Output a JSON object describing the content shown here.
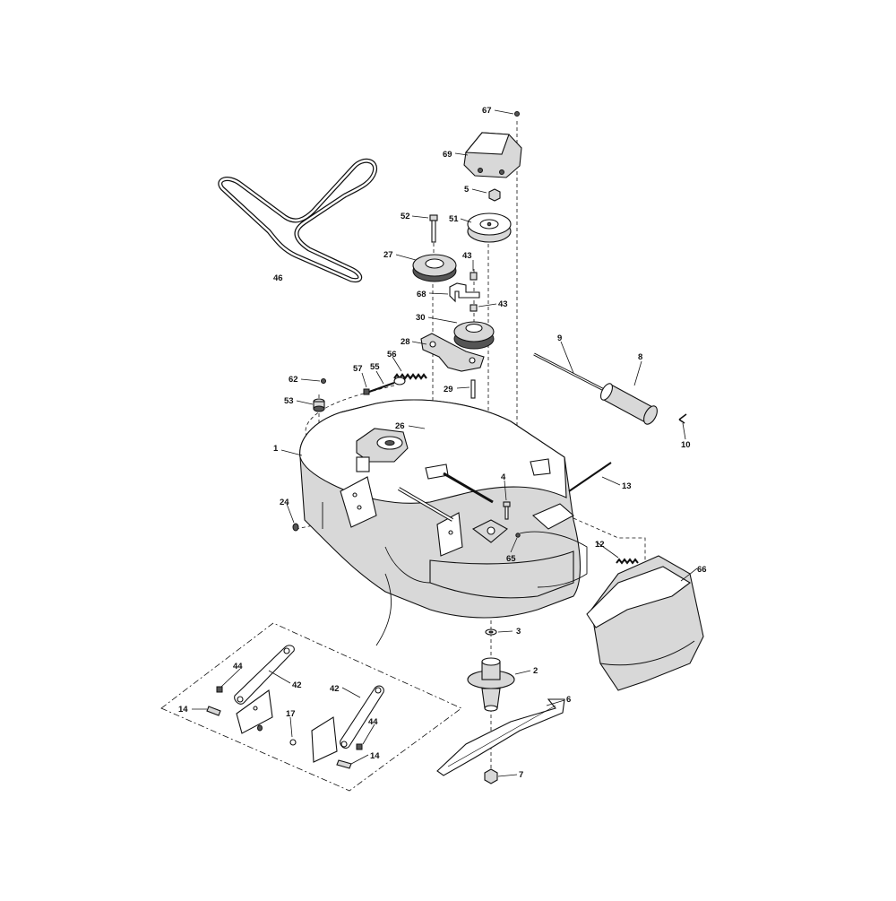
{
  "diagram": {
    "callouts": [
      {
        "id": "67",
        "label": "67"
      },
      {
        "id": "69",
        "label": "69"
      },
      {
        "id": "5",
        "label": "5"
      },
      {
        "id": "52",
        "label": "52"
      },
      {
        "id": "51",
        "label": "51"
      },
      {
        "id": "27",
        "label": "27"
      },
      {
        "id": "43a",
        "label": "43"
      },
      {
        "id": "46",
        "label": "46"
      },
      {
        "id": "68",
        "label": "68"
      },
      {
        "id": "43b",
        "label": "43"
      },
      {
        "id": "30",
        "label": "30"
      },
      {
        "id": "28",
        "label": "28"
      },
      {
        "id": "9",
        "label": "9"
      },
      {
        "id": "56",
        "label": "56"
      },
      {
        "id": "57",
        "label": "57"
      },
      {
        "id": "55",
        "label": "55"
      },
      {
        "id": "8",
        "label": "8"
      },
      {
        "id": "62",
        "label": "62"
      },
      {
        "id": "29",
        "label": "29"
      },
      {
        "id": "53",
        "label": "53"
      },
      {
        "id": "26",
        "label": "26"
      },
      {
        "id": "10",
        "label": "10"
      },
      {
        "id": "1",
        "label": "1"
      },
      {
        "id": "13",
        "label": "13"
      },
      {
        "id": "4",
        "label": "4"
      },
      {
        "id": "24",
        "label": "24"
      },
      {
        "id": "12",
        "label": "12"
      },
      {
        "id": "65",
        "label": "65"
      },
      {
        "id": "66",
        "label": "66"
      },
      {
        "id": "3",
        "label": "3"
      },
      {
        "id": "2",
        "label": "2"
      },
      {
        "id": "44a",
        "label": "44"
      },
      {
        "id": "42a",
        "label": "42"
      },
      {
        "id": "42b",
        "label": "42"
      },
      {
        "id": "6",
        "label": "6"
      },
      {
        "id": "14a",
        "label": "14"
      },
      {
        "id": "17",
        "label": "17"
      },
      {
        "id": "44b",
        "label": "44"
      },
      {
        "id": "14b",
        "label": "14"
      },
      {
        "id": "7",
        "label": "7"
      }
    ]
  }
}
